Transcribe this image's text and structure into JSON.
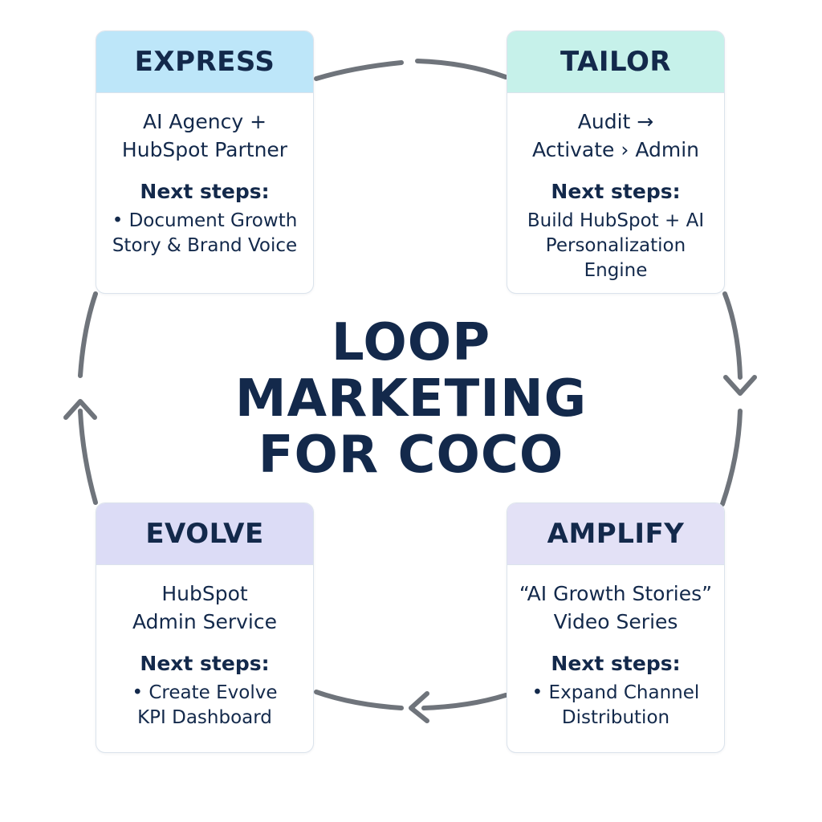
{
  "title": {
    "lines": [
      "LOOP",
      "MARKETING",
      "FOR COCO"
    ]
  },
  "colors": {
    "text": "#13294b",
    "arrow": "#6f747b",
    "express_header": "#bde6f9",
    "tailor_header": "#c6f1ea",
    "evolve_header": "#dcdcf6",
    "amplify_header": "#e3e1f6"
  },
  "cards": {
    "express": {
      "heading": "EXPRESS",
      "description": [
        "AI Agency +",
        "HubSpot Partner"
      ],
      "next_label": "Next steps:",
      "steps": [
        "• Document Growth",
        "Story & Brand Voice"
      ]
    },
    "tailor": {
      "heading": "TAILOR",
      "description": [
        "Audit →",
        "Activate › Admin"
      ],
      "next_label": "Next steps:",
      "steps": [
        "Build HubSpot + AI",
        "Personalization",
        "Engine"
      ]
    },
    "evolve": {
      "heading": "EVOLVE",
      "description": [
        "HubSpot",
        "Admin Service"
      ],
      "next_label": "Next steps:",
      "steps": [
        "• Create Evolve",
        "KPI Dashboard"
      ]
    },
    "amplify": {
      "heading": "AMPLIFY",
      "description": [
        "“AI Growth Stories”",
        "Video Series"
      ],
      "next_label": "Next steps:",
      "steps": [
        "• Expand Channel",
        "Distribution"
      ]
    }
  },
  "loop": {
    "direction": "clockwise",
    "arrow_icons": [
      "arrow-down-icon",
      "arrow-left-icon",
      "arrow-up-icon"
    ]
  }
}
